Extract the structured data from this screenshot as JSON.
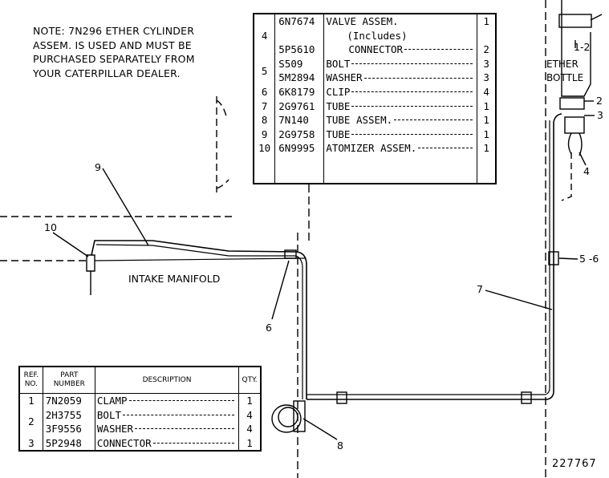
{
  "note": "NOTE: 7N296 ETHER CYLINDER\nASSEM. IS USED AND MUST BE\nPURCHASED SEPARATELY FROM\nYOUR CATERPILLAR DEALER.",
  "labels": {
    "intake_manifold": "INTAKE\nMANIFOLD",
    "ether_bottle": "ETHER\nBOTTLE",
    "drawing_number": "227767",
    "callouts": {
      "c1": "1-2",
      "c2": "2",
      "c3": "3",
      "c4": "4",
      "c56": "5 -6",
      "c6": "6",
      "c7": "7",
      "c8": "8",
      "c9": "9",
      "c10": "10"
    }
  },
  "top_table": {
    "rows": [
      {
        "ref": "4",
        "part": "6N7674",
        "desc": "VALVE ASSEM.",
        "qty": "1"
      },
      {
        "ref": "",
        "part": "",
        "desc": "(Includes)",
        "qty": ""
      },
      {
        "ref": "",
        "part": "5P5610",
        "desc": "CONNECTOR",
        "qty": "2"
      },
      {
        "ref": "5",
        "part": "S509",
        "desc": "BOLT",
        "qty": "3"
      },
      {
        "ref": "",
        "part": "5M2894",
        "desc": "WASHER",
        "qty": "3"
      },
      {
        "ref": "6",
        "part": "6K8179",
        "desc": "CLIP",
        "qty": "4"
      },
      {
        "ref": "7",
        "part": "2G9761",
        "desc": "TUBE",
        "qty": "1"
      },
      {
        "ref": "8",
        "part": "7N140",
        "desc": "TUBE ASSEM.",
        "qty": "1"
      },
      {
        "ref": "9",
        "part": "2G9758",
        "desc": "TUBE",
        "qty": "1"
      },
      {
        "ref": "10",
        "part": "6N9995",
        "desc": "ATOMIZER ASSEM.",
        "qty": "1"
      }
    ]
  },
  "bottom_table": {
    "headers": {
      "ref": "REF.\nNO.",
      "part": "PART\nNUMBER",
      "desc": "DESCRIPTION",
      "qty": "QTY."
    },
    "rows": [
      {
        "ref": "1",
        "part": "7N2059",
        "desc": "CLAMP",
        "qty": "1"
      },
      {
        "ref": "2",
        "part": "2H3755",
        "desc": "BOLT",
        "qty": "4"
      },
      {
        "ref": "",
        "part": "3F9556",
        "desc": "WASHER",
        "qty": "4"
      },
      {
        "ref": "3",
        "part": "5P2948",
        "desc": "CONNECTOR",
        "qty": "1"
      }
    ]
  }
}
